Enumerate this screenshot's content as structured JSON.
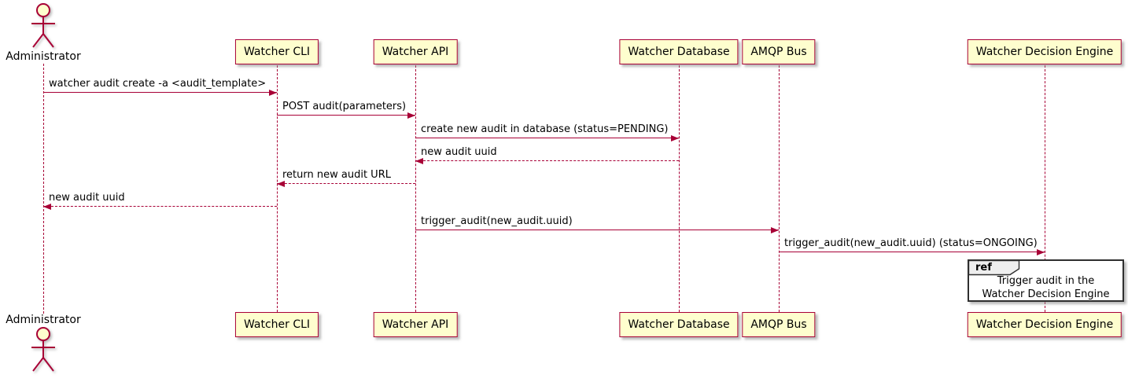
{
  "diagram_type": "sequence-diagram",
  "colors": {
    "accent": "#A80036",
    "participant_fill": "#FEFECE",
    "ref_header_fill": "#EEEEEE",
    "ref_border": "#2f2f2f",
    "background": "#FFFFFF"
  },
  "participants": [
    {
      "id": "administrator",
      "type": "actor",
      "label": "Administrator"
    },
    {
      "id": "watcher-cli",
      "type": "participant",
      "label": "Watcher CLI"
    },
    {
      "id": "watcher-api",
      "type": "participant",
      "label": "Watcher API"
    },
    {
      "id": "watcher-database",
      "type": "participant",
      "label": "Watcher Database"
    },
    {
      "id": "amqp-bus",
      "type": "participant",
      "label": "AMQP Bus"
    },
    {
      "id": "watcher-decision-engine",
      "type": "participant",
      "label": "Watcher Decision Engine"
    }
  ],
  "messages": [
    {
      "from": "Administrator",
      "to": "Watcher CLI",
      "style": "solid",
      "label": "watcher audit create -a <audit_template>"
    },
    {
      "from": "Watcher CLI",
      "to": "Watcher API",
      "style": "solid",
      "label": "POST audit(parameters)"
    },
    {
      "from": "Watcher API",
      "to": "Watcher Database",
      "style": "solid",
      "label": "create new audit in database (status=PENDING)"
    },
    {
      "from": "Watcher Database",
      "to": "Watcher API",
      "style": "dashed",
      "label": "new audit uuid"
    },
    {
      "from": "Watcher API",
      "to": "Watcher CLI",
      "style": "dashed",
      "label": "return new audit URL"
    },
    {
      "from": "Watcher CLI",
      "to": "Administrator",
      "style": "dashed",
      "label": "new audit uuid"
    },
    {
      "from": "Watcher API",
      "to": "AMQP Bus",
      "style": "solid",
      "label": "trigger_audit(new_audit.uuid)"
    },
    {
      "from": "AMQP Bus",
      "to": "Watcher Decision Engine",
      "style": "solid",
      "label": "trigger_audit(new_audit.uuid) (status=ONGOING)"
    }
  ],
  "ref": {
    "tag": "ref",
    "line1": "Trigger audit in the",
    "line2": "Watcher Decision Engine"
  }
}
